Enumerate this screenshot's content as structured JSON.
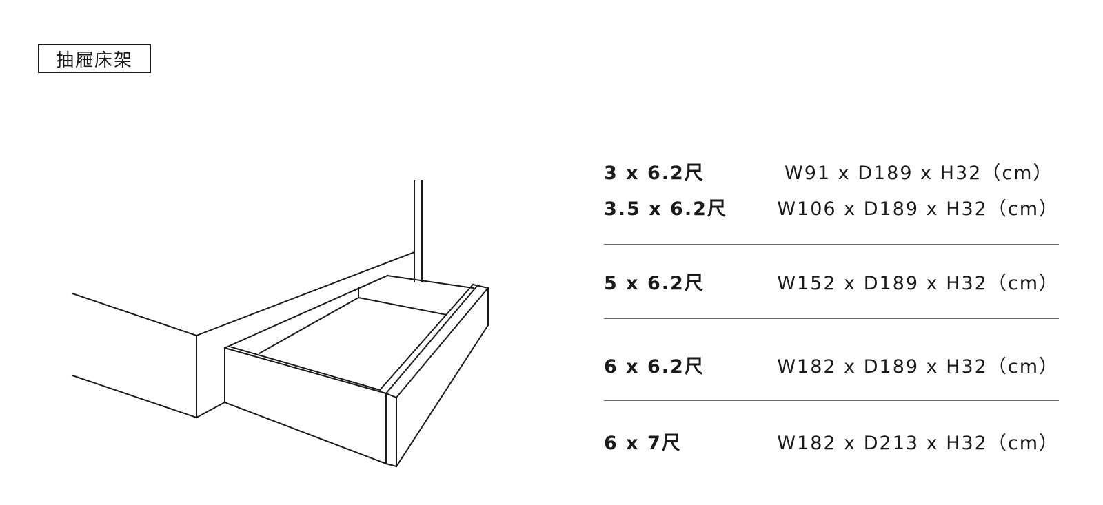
{
  "title": "抽屜床架",
  "specs": [
    {
      "size": "3 x 6.2尺",
      "dimensions": "W91 x D189 x H32（cm）"
    },
    {
      "size": "3.5 x 6.2尺",
      "dimensions": "W106 x D189 x H32（cm）"
    },
    {
      "size": "5 x 6.2尺",
      "dimensions": "W152 x D189 x H32（cm）"
    },
    {
      "size": "6 x 6.2尺",
      "dimensions": "W182 x D189 x H32（cm）"
    },
    {
      "size": "6 x 7尺",
      "dimensions": "W182 x D213 x H32（cm）"
    }
  ],
  "colors": {
    "line": "#1a1a1a",
    "divider": "#6a6a6a",
    "background": "#ffffff"
  }
}
